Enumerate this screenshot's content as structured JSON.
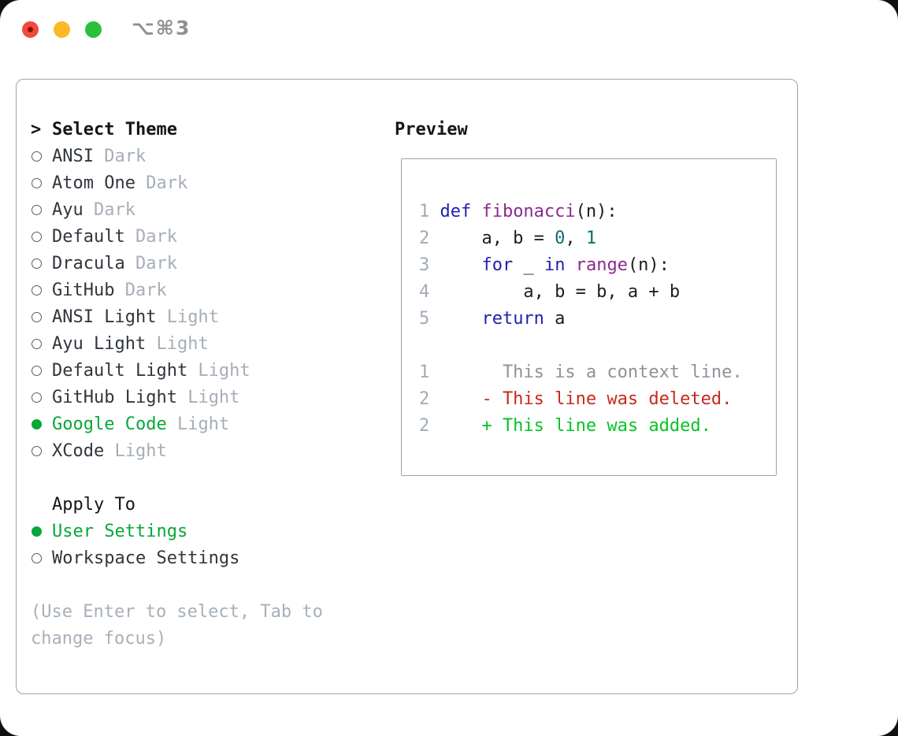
{
  "window": {
    "shortcut_label": "⌥⌘3",
    "traffic_lights": [
      {
        "name": "close-button",
        "color": "#f0493f",
        "dot_color": "#8c1007"
      },
      {
        "name": "minimize-button",
        "color": "#fcb827"
      },
      {
        "name": "zoom-button",
        "color": "#2bc03c"
      }
    ]
  },
  "theme_panel": {
    "header": {
      "prompt": ">",
      "label": "Select Theme"
    },
    "themes": [
      {
        "name": "ANSI",
        "variant": "Dark",
        "selected": false
      },
      {
        "name": "Atom One",
        "variant": "Dark",
        "selected": false
      },
      {
        "name": "Ayu",
        "variant": "Dark",
        "selected": false
      },
      {
        "name": "Default",
        "variant": "Dark",
        "selected": false
      },
      {
        "name": "Dracula",
        "variant": "Dark",
        "selected": false
      },
      {
        "name": "GitHub",
        "variant": "Dark",
        "selected": false
      },
      {
        "name": "ANSI Light",
        "variant": "Light",
        "selected": false
      },
      {
        "name": "Ayu Light",
        "variant": "Light",
        "selected": false
      },
      {
        "name": "Default Light",
        "variant": "Light",
        "selected": false
      },
      {
        "name": "GitHub Light",
        "variant": "Light",
        "selected": false
      },
      {
        "name": "Google Code",
        "variant": "Light",
        "selected": true
      },
      {
        "name": "XCode",
        "variant": "Light",
        "selected": false
      }
    ],
    "apply_to": {
      "label": "Apply To",
      "options": [
        {
          "name": "User Settings",
          "selected": true
        },
        {
          "name": "Workspace Settings",
          "selected": false
        }
      ]
    },
    "hint": "(Use Enter to select, Tab to change focus)"
  },
  "preview": {
    "title": "Preview",
    "lines": [
      {
        "number": "1",
        "tokens": [
          {
            "t": "def ",
            "c": "kw"
          },
          {
            "t": "fibonacci",
            "c": "fn"
          },
          {
            "t": "(n):",
            "c": "pl"
          }
        ]
      },
      {
        "number": "2",
        "tokens": [
          {
            "t": "    a, b = ",
            "c": "pl"
          },
          {
            "t": "0",
            "c": "lit"
          },
          {
            "t": ", ",
            "c": "pl"
          },
          {
            "t": "1",
            "c": "lit"
          }
        ]
      },
      {
        "number": "3",
        "tokens": [
          {
            "t": "    ",
            "c": "pl"
          },
          {
            "t": "for",
            "c": "kw"
          },
          {
            "t": " _ ",
            "c": "pl"
          },
          {
            "t": "in",
            "c": "kw"
          },
          {
            "t": " ",
            "c": "pl"
          },
          {
            "t": "range",
            "c": "fn"
          },
          {
            "t": "(n):",
            "c": "pl"
          }
        ]
      },
      {
        "number": "4",
        "tokens": [
          {
            "t": "        a, b = b, a + b",
            "c": "pl"
          }
        ]
      },
      {
        "number": "5",
        "tokens": [
          {
            "t": "    ",
            "c": "pl"
          },
          {
            "t": "return",
            "c": "kw"
          },
          {
            "t": " a",
            "c": "pl"
          }
        ]
      },
      {
        "number": "",
        "tokens": []
      },
      {
        "number": "1",
        "tokens": [
          {
            "t": "      This is a context line.",
            "c": "ctx"
          }
        ]
      },
      {
        "number": "2",
        "tokens": [
          {
            "t": "    - This line was deleted.",
            "c": "del"
          }
        ]
      },
      {
        "number": "2",
        "tokens": [
          {
            "t": "    + This line was added.",
            "c": "add"
          }
        ]
      }
    ]
  },
  "colors": {
    "kw": "#2020b2",
    "fn": "#8a2b8d",
    "lit": "#0e6b70",
    "pl": "#1d1d1f",
    "ln": "#9fabb8",
    "ctx": "#8d9399",
    "del": "#c42a1c",
    "add": "#06c326",
    "accent_green": "#07a73a",
    "theme_name": "#30363d",
    "variant": "#a6aeb8"
  }
}
